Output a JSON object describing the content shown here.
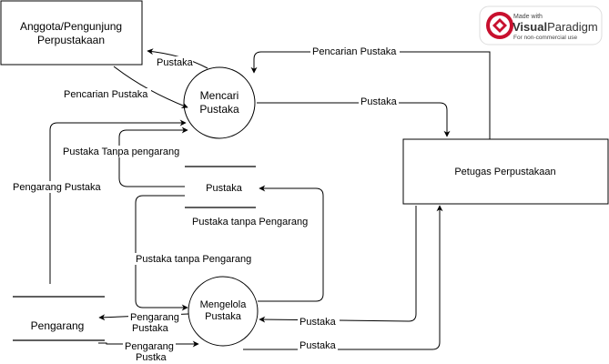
{
  "entities": {
    "anggota_line1": "Anggota/Pengunjung",
    "anggota_line2": "Perpustakaan",
    "petugas": "Petugas Perpustakaan"
  },
  "processes": {
    "mencari_line1": "Mencari",
    "mencari_line2": "Pustaka",
    "mengelola_line1": "Mengelola",
    "mengelola_line2": "Pustaka"
  },
  "stores": {
    "pustaka": "Pustaka",
    "pengarang": "Pengarang"
  },
  "flows": {
    "pustaka_to_anggota": "Pustaka",
    "pencarian_from_anggota": "Pencarian Pustaka",
    "pencarian_from_petugas": "Pencarian Pustaka",
    "pustaka_to_petugas": "Pustaka",
    "pustaka_tanpa_pengarang_top": "Pustaka Tanpa pengarang",
    "pengarang_pustaka_left": "Pengarang Pustaka",
    "pustaka_tanpa_pengarang_right": "Pustaka tanpa Pengarang",
    "pustaka_tanpa_pengarang_mid": "Pustaka tanpa Pengarang",
    "pengarang_pustaka_out_1": "Pengarang",
    "pengarang_pustaka_out_2": "Pustaka",
    "pengarang_pustka_in_1": "Pengarang",
    "pengarang_pustka_in_2": "Pustka",
    "pustaka_from_petugas": "Pustaka",
    "pustaka_bottom": "Pustaka"
  },
  "watermark": {
    "made_with": "Made with",
    "brand_visual": "Visual",
    "brand_paradigm": "Paradigm",
    "tagline": "For non-commercial use"
  },
  "colors": {
    "stroke": "#000000",
    "brand_red": "#c8102e",
    "watermark_text": "#444444"
  }
}
